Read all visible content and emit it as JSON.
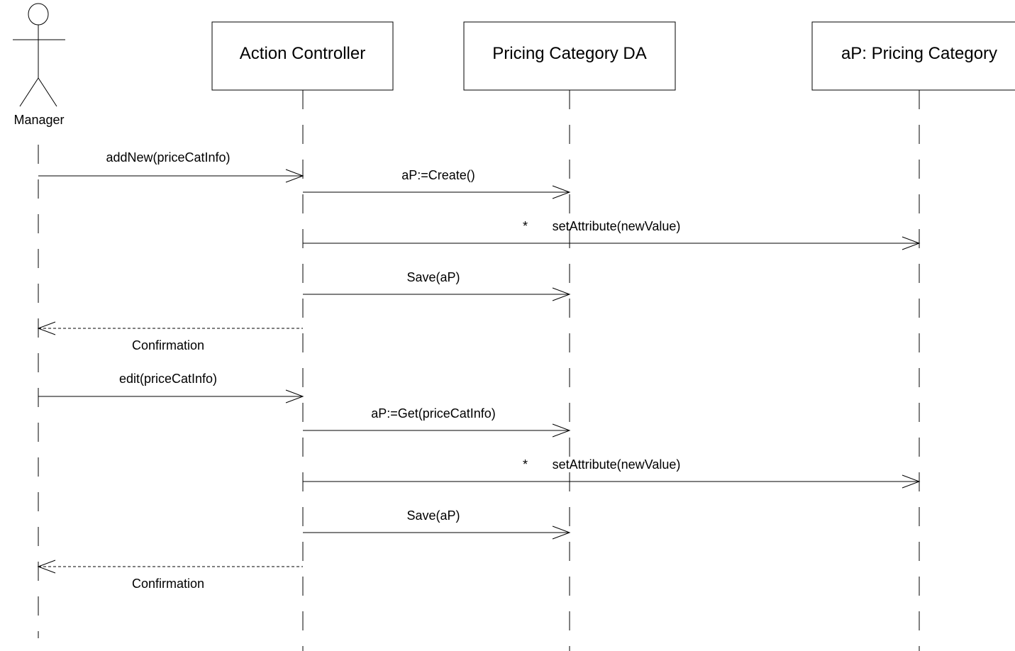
{
  "diagram": {
    "type": "sequence",
    "actor": {
      "label": "Manager"
    },
    "participants": [
      {
        "id": "action-controller",
        "label": "Action Controller"
      },
      {
        "id": "pricing-category-da",
        "label": "Pricing Category DA"
      },
      {
        "id": "ap-pricing-category",
        "label": "aP: Pricing Category"
      }
    ],
    "messages": [
      {
        "from": "manager",
        "to": "action-controller",
        "label": "addNew(priceCatInfo)",
        "kind": "call"
      },
      {
        "from": "action-controller",
        "to": "pricing-category-da",
        "label": "aP:=Create()",
        "kind": "call"
      },
      {
        "from": "action-controller",
        "to": "ap-pricing-category",
        "label": "setAttribute(newValue)",
        "iteration": "*",
        "kind": "call"
      },
      {
        "from": "action-controller",
        "to": "pricing-category-da",
        "label": "Save(aP)",
        "kind": "call"
      },
      {
        "from": "action-controller",
        "to": "manager",
        "label": "Confirmation",
        "kind": "return"
      },
      {
        "from": "manager",
        "to": "action-controller",
        "label": "edit(priceCatInfo)",
        "kind": "call"
      },
      {
        "from": "action-controller",
        "to": "pricing-category-da",
        "label": "aP:=Get(priceCatInfo)",
        "kind": "call"
      },
      {
        "from": "action-controller",
        "to": "ap-pricing-category",
        "label": "setAttribute(newValue)",
        "iteration": "*",
        "kind": "call"
      },
      {
        "from": "action-controller",
        "to": "pricing-category-da",
        "label": "Save(aP)",
        "kind": "call"
      },
      {
        "from": "action-controller",
        "to": "manager",
        "label": "Confirmation",
        "kind": "return"
      }
    ],
    "colors": {
      "line": "#000000",
      "background": "#ffffff"
    }
  }
}
